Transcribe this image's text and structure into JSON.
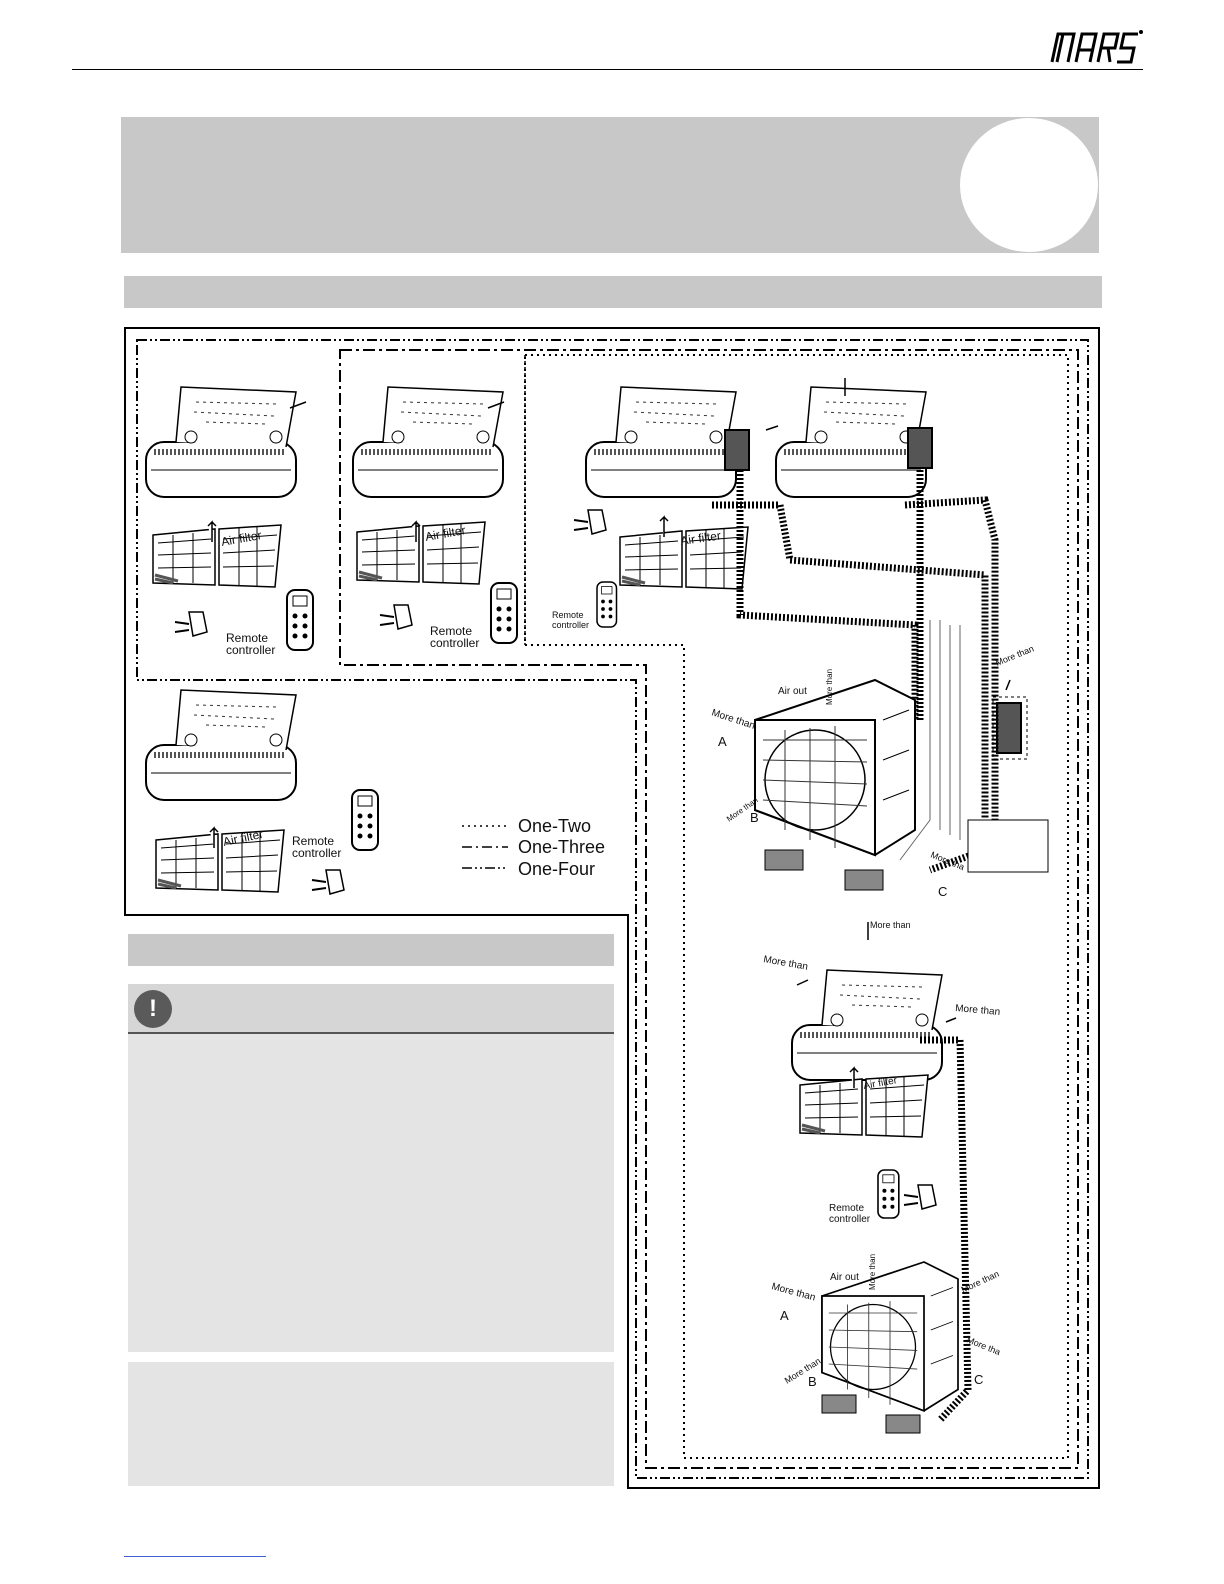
{
  "brand": {
    "logo_text": "mars"
  },
  "legend": [
    {
      "label": "One-Two",
      "style": "dotted"
    },
    {
      "label": "One-Three",
      "style": "dash-dot"
    },
    {
      "label": "One-Four",
      "style": "dash-dot-dot"
    }
  ],
  "labels": {
    "air_filter": "Air filter",
    "remote_line1": "Remote",
    "remote_line2": "controller",
    "air_out": "Air out",
    "more_than": "More than",
    "more_tha": "More tha",
    "a": "A",
    "b": "B",
    "c": "C"
  },
  "colors": {
    "band": "#c8c8c8",
    "panel": "#e4e4e5",
    "caution_icon": "#5a5a5a"
  }
}
